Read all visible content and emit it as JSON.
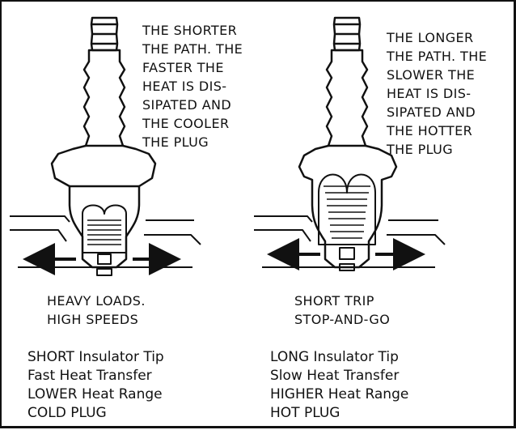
{
  "left_plug": {
    "description_lines": [
      "THE SHORTER",
      "THE PATH. THE",
      "FASTER THE",
      "HEAT IS DIS-",
      "SIPATED AND",
      "THE COOLER",
      "THE PLUG"
    ],
    "use_lines": [
      "HEAVY LOADS.",
      "HIGH SPEEDS"
    ],
    "summary_lines": [
      "SHORT Insulator Tip",
      "Fast Heat Transfer",
      "LOWER Heat Range",
      "COLD PLUG"
    ]
  },
  "right_plug": {
    "description_lines": [
      "THE LONGER",
      "THE PATH. THE",
      "SLOWER THE",
      "HEAT IS DIS-",
      "SIPATED AND",
      "THE HOTTER",
      "THE PLUG"
    ],
    "use_lines": [
      "SHORT TRIP",
      "STOP-AND-GO"
    ],
    "summary_lines": [
      "LONG Insulator Tip",
      "Slow Heat Transfer",
      "HIGHER Heat Range",
      "HOT PLUG"
    ]
  },
  "colors": {
    "ink": "#111111",
    "paper": "#ffffff"
  },
  "icons": [
    "spark-plug-icon",
    "heat-flow-arrow-icon"
  ]
}
